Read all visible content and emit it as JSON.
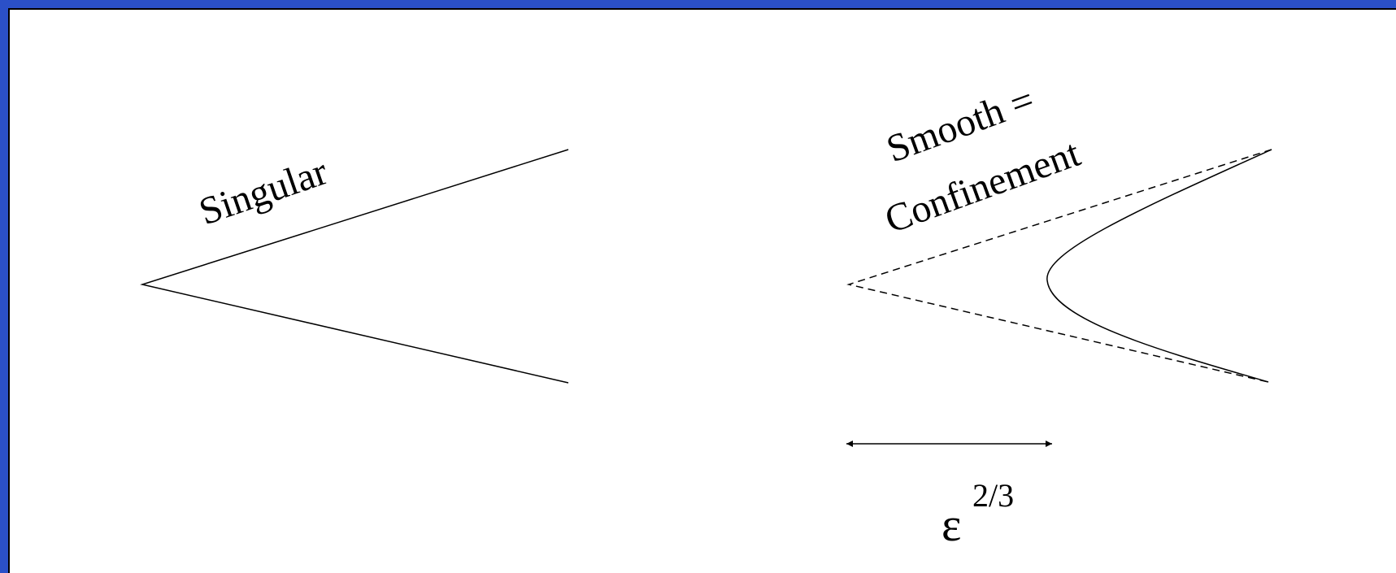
{
  "labels": {
    "singular": "Singular",
    "smooth": "Smooth =",
    "confinement": "Confinement",
    "epsilon": "ε",
    "exponent": "2/3"
  },
  "colors": {
    "frame": "#2b50c8",
    "background": "#ffffff",
    "ink": "#000000"
  }
}
